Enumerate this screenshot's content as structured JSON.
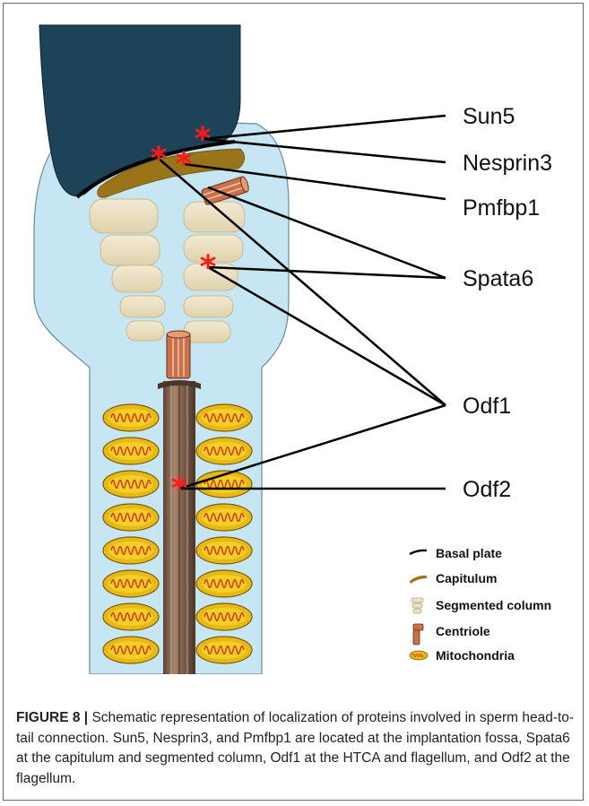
{
  "figure": {
    "labels": {
      "sun5": "Sun5",
      "nesprin3": "Nesprin3",
      "pmfbp1": "Pmfbp1",
      "spata6": "Spata6",
      "odf1": "Odf1",
      "odf2": "Odf2"
    },
    "legend": [
      {
        "key": "basal_plate",
        "label": "Basal plate",
        "icon": "line-icon",
        "color": "#111111"
      },
      {
        "key": "capitulum",
        "label": "Capitulum",
        "icon": "arc-icon",
        "color": "#9a7418"
      },
      {
        "key": "segmented_column",
        "label": "Segmented column",
        "icon": "column-icon",
        "color": "#ece2c6"
      },
      {
        "key": "centriole",
        "label": "Centriole",
        "icon": "cylinder-icon",
        "color": "#c9714a"
      },
      {
        "key": "mitochondria",
        "label": "Mitochondria",
        "icon": "mito-icon",
        "color": "#e8b913"
      }
    ],
    "colors": {
      "head": "#1c4358",
      "cytoplasm": "#c7e6f4",
      "capitulum": "#9a7418",
      "segment": "#ece2c6",
      "centriole": "#c9714a",
      "mito": "#e8b913",
      "mito_inner": "#d0431b",
      "flagellum": "#8b6a55",
      "marker": "#ff1a1a"
    }
  },
  "caption": {
    "label": "FIGURE 8 |",
    "text": " Schematic representation of localization of proteins involved in sperm head-to-tail connection. Sun5, Nesprin3, and Pmfbp1 are located at the implantation fossa, Spata6 at the capitulum and segmented column, Odf1 at the HTCA and flagellum, and Odf2 at the flagellum."
  }
}
